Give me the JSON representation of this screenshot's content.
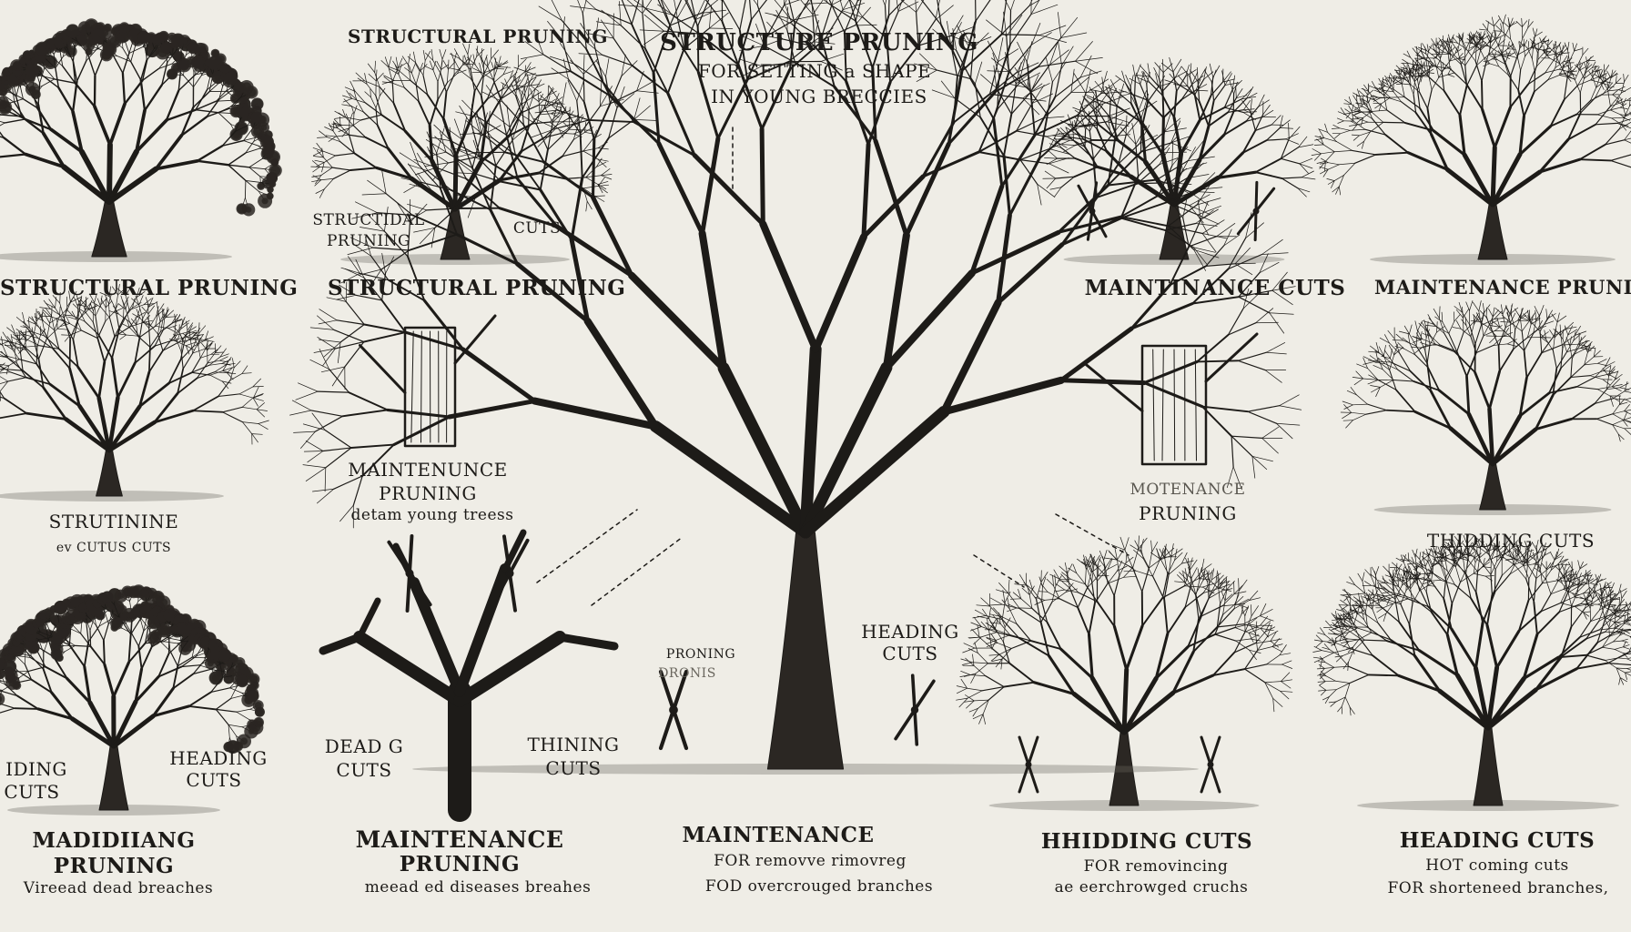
{
  "colors": {
    "background": "#efede6",
    "ink": "#1d1b18",
    "ground": "#6b675e"
  },
  "labels": {
    "top_left": "STRUCTURAL PRUNING",
    "top_center_small": "STRUCTURAL PRUNING",
    "header_title": "STRUCTURE PRUNING",
    "header_sub1": "FOR SETTING a SHAPE",
    "header_sub2": "IN YOUNG BRECCIES",
    "top_right1": "MAINTINANCE CUTS",
    "top_right2": "MAINTENANCE PRUNING",
    "tree2_note_a": "STRUCTIDAL",
    "tree2_note_b": "PRUNING",
    "tree2_note_cuts": "CUTS",
    "row2_left_title": "STRUTININE",
    "row2_left_sub": "ev CUTUS CUTS",
    "row2_mid_title1": "MAINTENUNCE",
    "row2_mid_title2": "PRUNING",
    "row2_mid_sub": "detam young treess",
    "row2_right_a": "MOTENANCE",
    "row2_right_b": "PRUNING",
    "row2_far_right": "THIDDING CUTS",
    "row3_center_small1": "PRONING",
    "row3_center_small2": "DRONIS",
    "heading_cuts_center1": "HEADING",
    "heading_cuts_center2": "CUTS",
    "row3_left_a": "IDING",
    "row3_left_b": "CUTS",
    "row3_left_c1": "HEADING",
    "row3_left_c2": "CUTS",
    "row3_mid_dead1": "DEAD G",
    "row3_mid_dead2": "CUTS",
    "row3_mid_thin1": "THINING",
    "row3_mid_thin2": "CUTS",
    "bottom1_title1": "MADIDIIANG",
    "bottom1_title2": "PRUNING",
    "bottom1_sub": "Vireead dead breaches",
    "bottom2_title1": "MAINTENANCE",
    "bottom2_title2": "PRUNING",
    "bottom2_sub": "meead ed diseases breahes",
    "bottom3_title": "MAINTENANCE",
    "bottom3_sub1": "FOR removve rimovreg",
    "bottom3_sub2": "FOD overcrouged branches",
    "bottom4_title": "HHIDDING CUTS",
    "bottom4_sub1": "FOR removincing",
    "bottom4_sub2": "ae eerchrowged cruchs",
    "bottom5_title": "HEADING CUTS",
    "bottom5_sub1": "HOT coming cuts",
    "bottom5_sub2": "FOR shorteneed branches,"
  }
}
